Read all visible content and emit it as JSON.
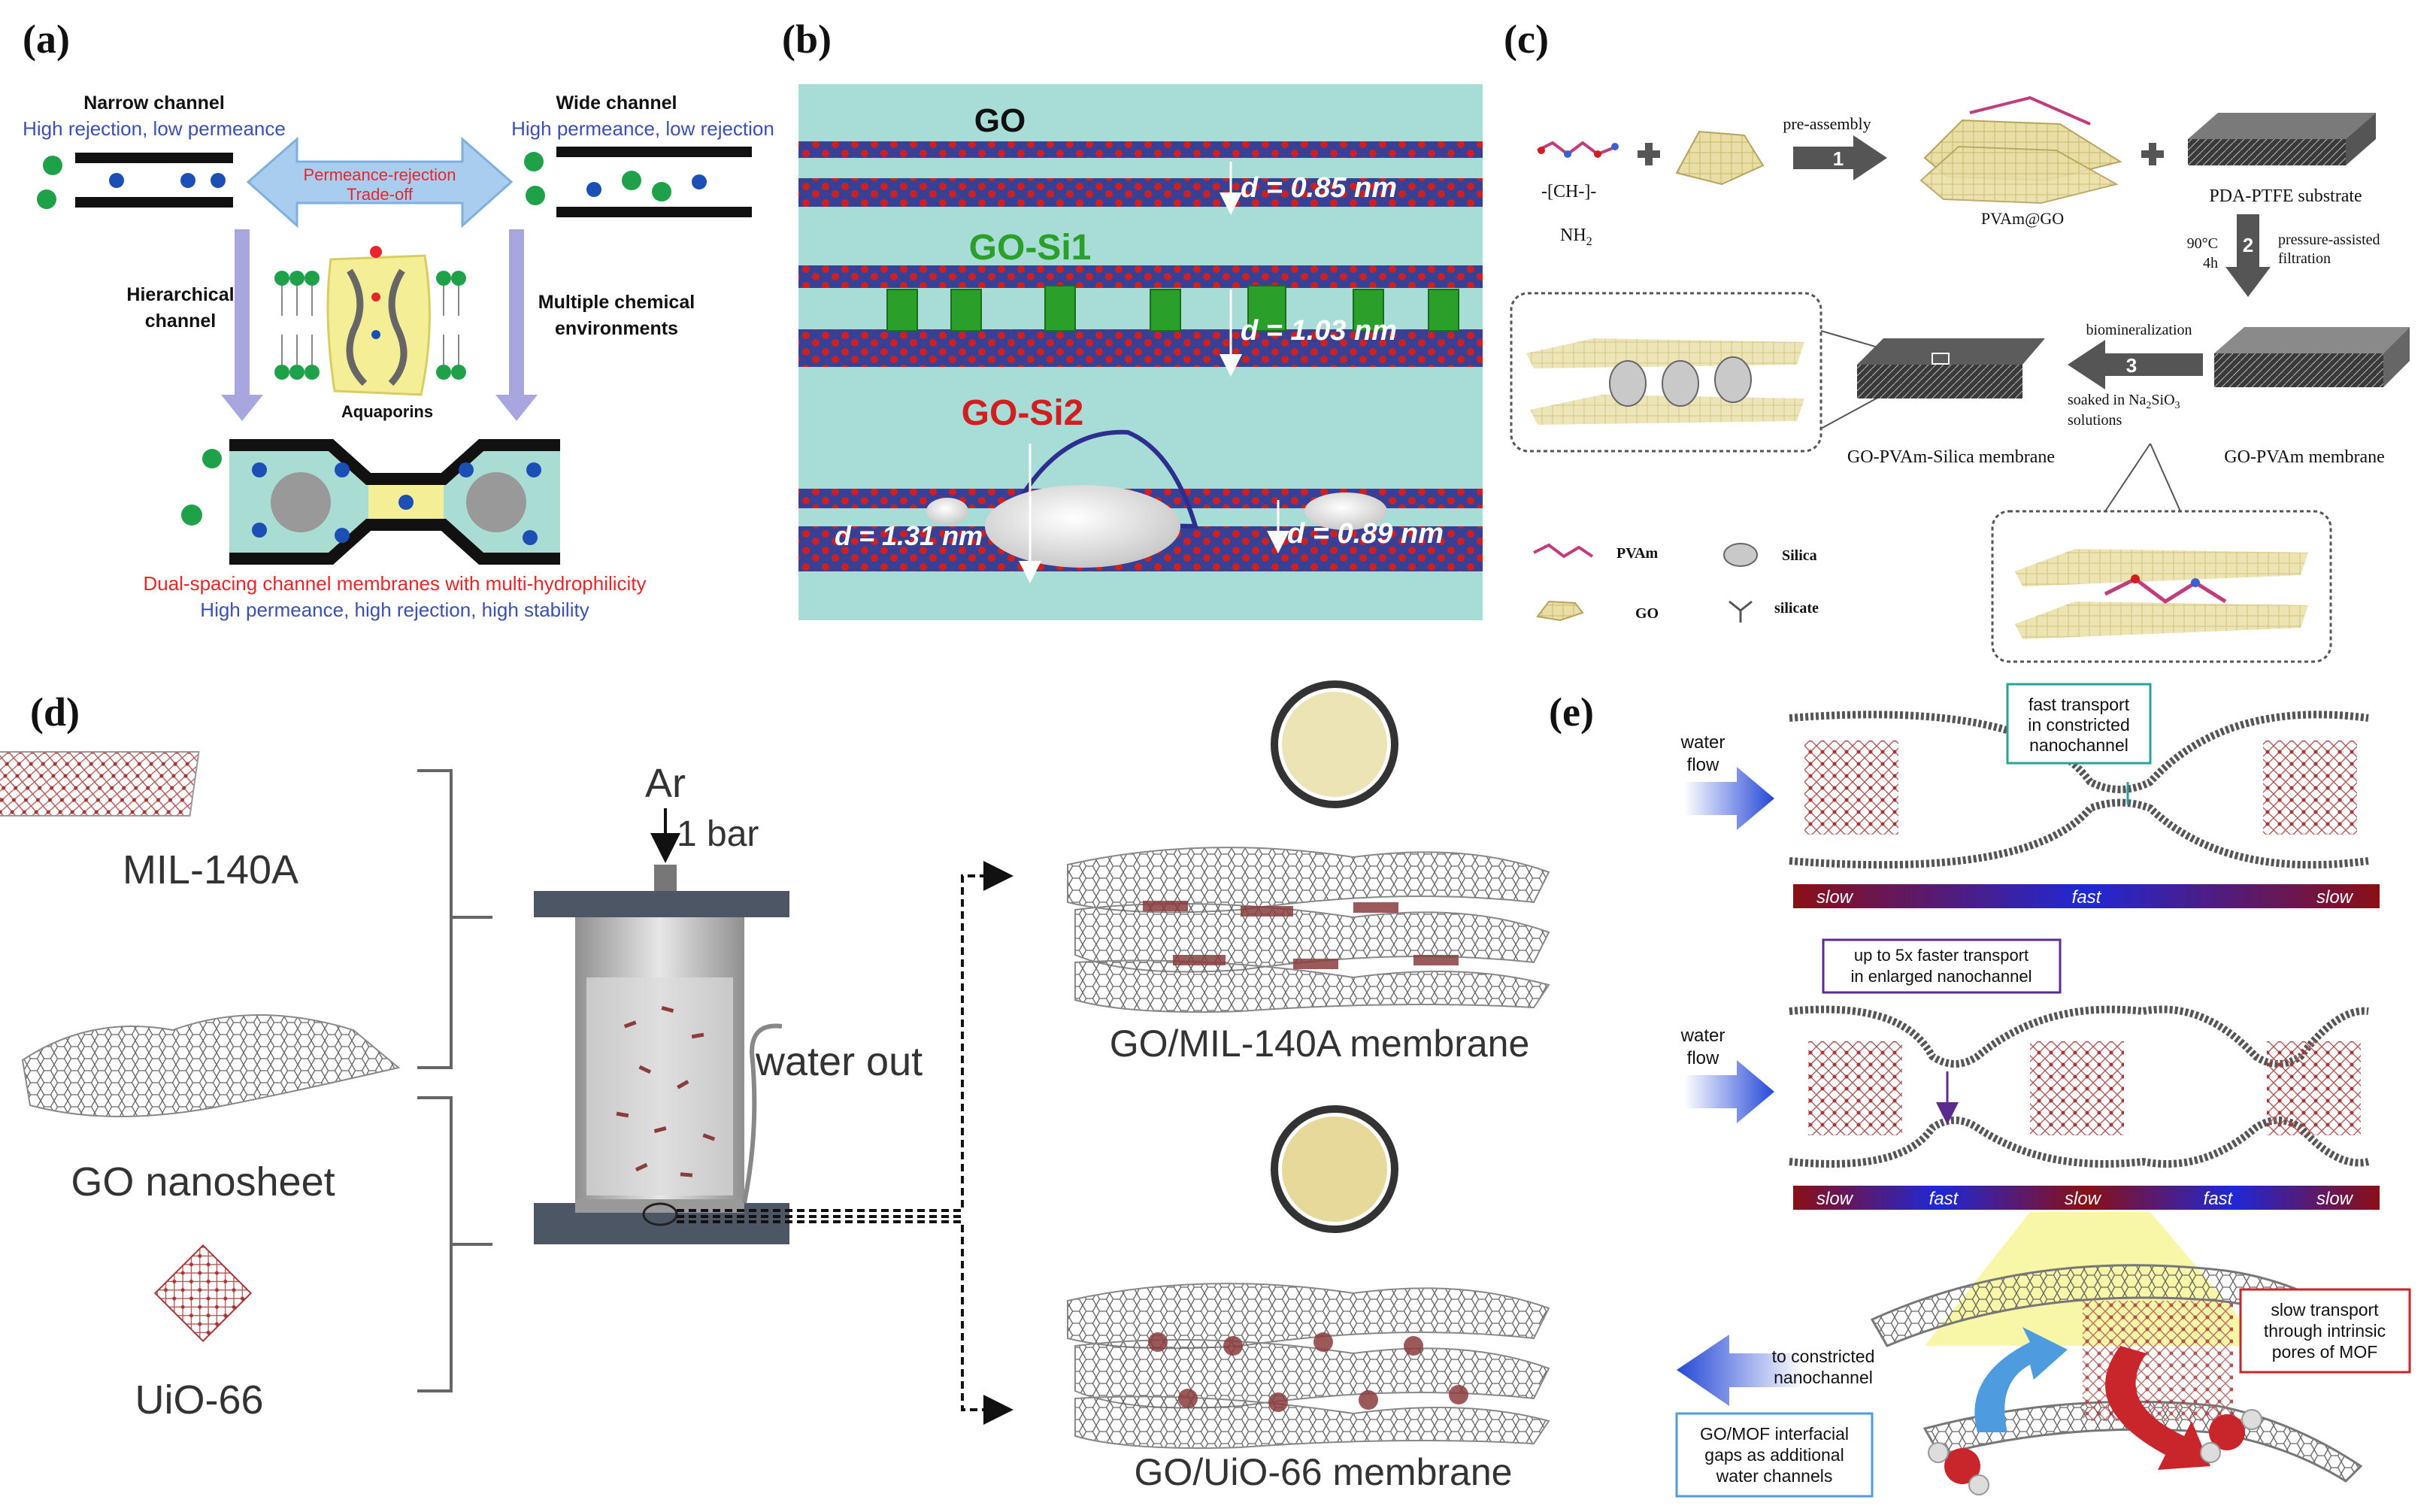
{
  "panel_labels": {
    "a": "(a)",
    "b": "(b)",
    "c": "(c)",
    "d": "(d)",
    "e": "(e)"
  },
  "panel_a": {
    "narrow_title": "Narrow channel",
    "narrow_sub": "High rejection, low permeance",
    "wide_title": "Wide channel",
    "wide_sub": "High permeance, low rejection",
    "tradeoff_1": "Permeance-rejection",
    "tradeoff_2": "Trade-off",
    "hier_1": "Hierarchical",
    "hier_2": "channel",
    "multi_1": "Multiple chemical",
    "multi_2": "environments",
    "aquaporins": "Aquaporins",
    "bottom_1": "Dual-spacing channel membranes with multi-hydrophilicity",
    "bottom_2": "High permeance, high rejection, high stability",
    "colors": {
      "red": "#e8262a",
      "blue": "#3a4fb5",
      "green": "#1fa14a",
      "teal": "#a9ddd3"
    }
  },
  "panel_b": {
    "go": "GO",
    "go_si1": "GO-Si1",
    "go_si2": "GO-Si2",
    "d1": "d = 0.85 nm",
    "d2": "d = 1.03 nm",
    "d3": "d = 1.31 nm",
    "d4": "d = 0.89 nm",
    "colors": {
      "bg": "#a7dcd7",
      "atom": "#d11f1f",
      "bond": "#2c2f8f",
      "pillar": "#2aa02a"
    }
  },
  "panel_c": {
    "ch_formula": "-[CH-]-",
    "nh2": "NH",
    "nh2_sub": "2",
    "pre_assembly": "pre-assembly",
    "step1": "1",
    "step2": "2",
    "step3": "3",
    "pvam_go": "PVAm@GO",
    "substrate": "PDA-PTFE substrate",
    "temp": "90°C",
    "time": "4h",
    "pressure_1": "pressure-assisted",
    "pressure_2": "filtration",
    "biomin": "biomineralization",
    "soaked_1": "soaked in Na",
    "soaked_sub": "2",
    "soaked_2": "SiO",
    "soaked_sub2": "3",
    "soaked_3": "solutions",
    "silica_membrane": "GO-PVAm-Silica membrane",
    "pvam_membrane": "GO-PVAm membrane",
    "legend": {
      "pvam": "PVAm",
      "silica": "Silica",
      "go": "GO",
      "silicate": "silicate"
    }
  },
  "panel_d": {
    "mil": "MIL-140A",
    "go_sheet": "GO nanosheet",
    "uio": "UiO-66",
    "ar": "Ar",
    "bar": "1 bar",
    "water_out": "water out",
    "mem1": "GO/MIL-140A membrane",
    "mem2": "GO/UiO-66 membrane"
  },
  "panel_e": {
    "water_flow_1": "water",
    "water_flow_2": "flow",
    "fast_box_1": "fast transport",
    "fast_box_2": "in constricted",
    "fast_box_3": "nanochannel",
    "bar1": [
      "slow",
      "fast",
      "slow"
    ],
    "up_box_1": "up to 5x faster transport",
    "up_box_2": "in enlarged nanochannel",
    "bar2": [
      "slow",
      "fast",
      "slow",
      "fast",
      "slow"
    ],
    "to_constricted_1": "to constricted",
    "to_constricted_2": "nanochannel",
    "slow_box_1": "slow transport",
    "slow_box_2": "through intrinsic",
    "slow_box_3": "pores of MOF",
    "gap_box_1": "GO/MOF interfacial",
    "gap_box_2": "gaps as additional",
    "gap_box_3": "water channels"
  }
}
